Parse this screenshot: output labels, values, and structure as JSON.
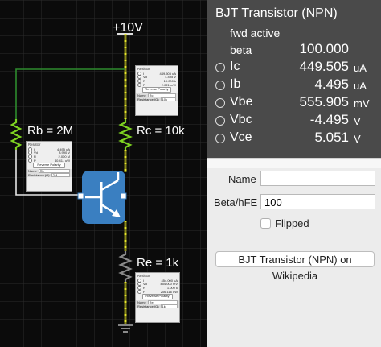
{
  "canvas": {
    "supply_label": "+10V",
    "rb_label": "Rb = 2M",
    "rc_label": "Rc = 10k",
    "re_label": "Re = 1k",
    "popup_rb": {
      "title": "Resistor",
      "rows": [
        {
          "k": "I",
          "v": "4.495 uA"
        },
        {
          "k": "Vd",
          "v": "8.990 V"
        },
        {
          "k": "R",
          "v": "2.000 M"
        },
        {
          "k": "P",
          "v": "40.411 uW"
        }
      ],
      "button": "Reverse Polarity",
      "name_label": "Name",
      "name_value": "Rb",
      "res_label": "Resistance (Ω)",
      "res_value": "2M"
    },
    "popup_rc": {
      "title": "Resistor",
      "rows": [
        {
          "k": "I",
          "v": "449.505 uA"
        },
        {
          "k": "Vd",
          "v": "4.495 V"
        },
        {
          "k": "R",
          "v": "10.000 k"
        },
        {
          "k": "P",
          "v": "2.021 mW"
        }
      ],
      "button": "Reverse Polarity",
      "name_label": "Name",
      "name_value": "Rc",
      "res_label": "Resistance (Ω)",
      "res_value": "10k"
    },
    "popup_re": {
      "title": "Resistor",
      "rows": [
        {
          "k": "I",
          "v": "454.000 uA"
        },
        {
          "k": "Vd",
          "v": "454.000 mV"
        },
        {
          "k": "R",
          "v": "1.000 k"
        },
        {
          "k": "P",
          "v": "206.116 uW"
        }
      ],
      "button": "Reverse Polarity",
      "name_label": "Name",
      "name_value": "Re",
      "res_label": "Resistance (Ω)",
      "res_value": "1k"
    }
  },
  "inspector": {
    "title": "BJT Transistor (NPN)",
    "mode": "fwd active",
    "beta": {
      "name": "beta",
      "value": "100.000"
    },
    "props": [
      {
        "name": "Ic",
        "value": "449.505",
        "unit": "uA"
      },
      {
        "name": "Ib",
        "value": "4.495",
        "unit": "uA"
      },
      {
        "name": "Vbe",
        "value": "555.905",
        "unit": "mV"
      },
      {
        "name": "Vbc",
        "value": "-4.495",
        "unit": "V"
      },
      {
        "name": "Vce",
        "value": "5.051",
        "unit": "V"
      }
    ],
    "form": {
      "name_label": "Name",
      "name_value": "",
      "beta_label": "Beta/hFE",
      "beta_value": "100",
      "flipped_label": "Flipped",
      "wiki_button": "BJT Transistor (NPN) on Wikipedia"
    }
  },
  "colors": {
    "wire_yellow": "#d8d81a",
    "wire_white": "#e6e6e6",
    "resistor_green": "#7ed321",
    "resistor_gray": "#8a8a8a",
    "transistor_blue": "#3a7fc1",
    "header_bg": "#4a4a4a"
  }
}
